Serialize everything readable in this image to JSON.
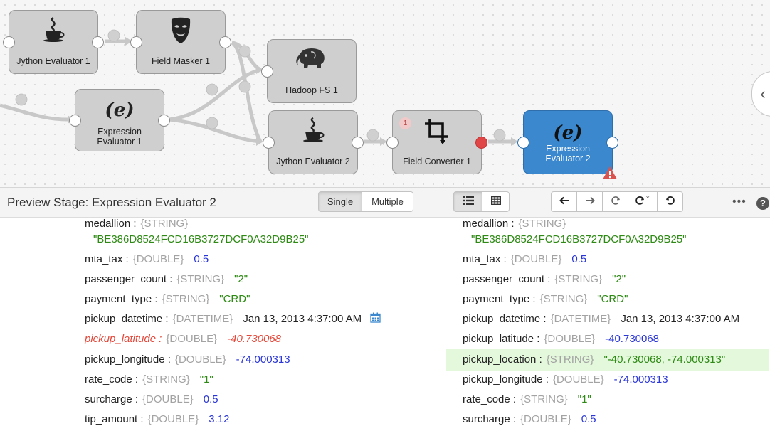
{
  "pipeline": {
    "nodes": {
      "jython1": {
        "label": "Jython Evaluator 1"
      },
      "masker": {
        "label": "Field Masker 1"
      },
      "hadoop": {
        "label": "Hadoop FS 1"
      },
      "expr1": {
        "label": "Expression Evaluator 1"
      },
      "jython2": {
        "label": "Jython Evaluator 2"
      },
      "converter": {
        "label": "Field Converter 1",
        "error_count": "1"
      },
      "expr2": {
        "label": "Expression Evaluator 2"
      }
    },
    "colors": {
      "selected": "#3b88cf",
      "node": "#cfcfcf",
      "error_port": "#e04646",
      "warning": "#d9534f"
    }
  },
  "preview": {
    "title": "Preview Stage: Expression Evaluator 2",
    "mode_single": "Single",
    "mode_multiple": "Multiple",
    "toolbar_icons": [
      "list-view-icon",
      "table-view-icon",
      "step-back-icon",
      "step-forward-icon",
      "refresh-icon",
      "refresh-with-changes-icon",
      "reset-icon"
    ],
    "more": "•••",
    "help": "?"
  },
  "input_record": [
    {
      "name": "medallion :",
      "type": "{STRING}",
      "value": "\"BE386D8524FCD16B3727DCF0A32D9B25\"",
      "kind": "str"
    },
    {
      "name": "mta_tax :",
      "type": "{DOUBLE}",
      "value": "0.5",
      "kind": "num"
    },
    {
      "name": "passenger_count :",
      "type": "{STRING}",
      "value": "\"2\"",
      "kind": "str"
    },
    {
      "name": "payment_type :",
      "type": "{STRING}",
      "value": "\"CRD\"",
      "kind": "str"
    },
    {
      "name": "pickup_datetime :",
      "type": "{DATETIME}",
      "value": "Jan 13, 2013 4:37:00 AM",
      "kind": "plain"
    },
    {
      "name": "pickup_latitude :",
      "type": "{DOUBLE}",
      "value": "-40.730068",
      "kind": "changed"
    },
    {
      "name": "pickup_longitude :",
      "type": "{DOUBLE}",
      "value": "-74.000313",
      "kind": "num"
    },
    {
      "name": "rate_code :",
      "type": "{STRING}",
      "value": "\"1\"",
      "kind": "str"
    },
    {
      "name": "surcharge :",
      "type": "{DOUBLE}",
      "value": "0.5",
      "kind": "num"
    },
    {
      "name": "tip_amount :",
      "type": "{DOUBLE}",
      "value": "3.12",
      "kind": "num"
    }
  ],
  "output_record": [
    {
      "name": "medallion :",
      "type": "{STRING}",
      "value": "\"BE386D8524FCD16B3727DCF0A32D9B25\"",
      "kind": "str"
    },
    {
      "name": "mta_tax :",
      "type": "{DOUBLE}",
      "value": "0.5",
      "kind": "num"
    },
    {
      "name": "passenger_count :",
      "type": "{STRING}",
      "value": "\"2\"",
      "kind": "str"
    },
    {
      "name": "payment_type :",
      "type": "{STRING}",
      "value": "\"CRD\"",
      "kind": "str"
    },
    {
      "name": "pickup_datetime :",
      "type": "{DATETIME}",
      "value": "Jan 13, 2013 4:37:00 AM",
      "kind": "plain"
    },
    {
      "name": "pickup_latitude :",
      "type": "{DOUBLE}",
      "value": "-40.730068",
      "kind": "num"
    },
    {
      "name": "pickup_location :",
      "type": "{STRING}",
      "value": "\"-40.730068, -74.000313\"",
      "kind": "added"
    },
    {
      "name": "pickup_longitude :",
      "type": "{DOUBLE}",
      "value": "-74.000313",
      "kind": "num"
    },
    {
      "name": "rate_code :",
      "type": "{STRING}",
      "value": "\"1\"",
      "kind": "str"
    },
    {
      "name": "surcharge :",
      "type": "{DOUBLE}",
      "value": "0.5",
      "kind": "num"
    }
  ]
}
